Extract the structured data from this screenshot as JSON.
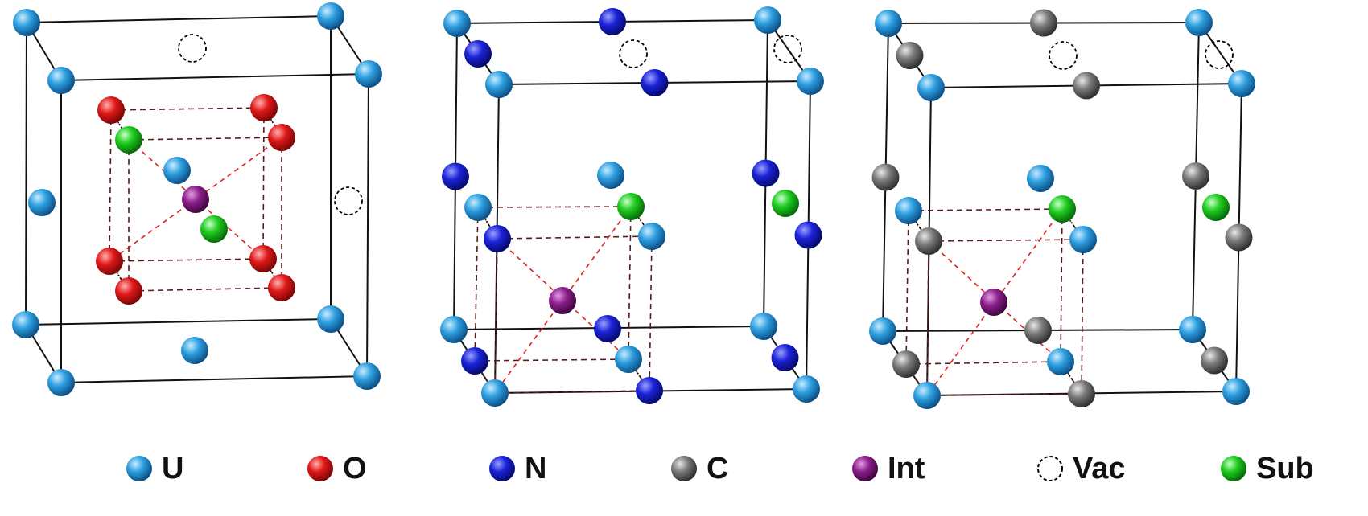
{
  "legend": {
    "items": [
      {
        "label": "U",
        "kind": "U"
      },
      {
        "label": "O",
        "kind": "O"
      },
      {
        "label": "N",
        "kind": "N"
      },
      {
        "label": "C",
        "kind": "C"
      },
      {
        "label": "Int",
        "kind": "Int"
      },
      {
        "label": "Vac",
        "kind": "Vac"
      },
      {
        "label": "Sub",
        "kind": "Sub"
      }
    ]
  },
  "atom_colors": {
    "U": "#2e9fe0",
    "O": "#e01818",
    "N": "#1a22d8",
    "C": "#7a7a7a",
    "Int": "#8a1f8a",
    "Sub": "#1ecb1e",
    "Vac": "#000000"
  },
  "line_colors": {
    "cell_edge": "#111111",
    "sub_cell": "#5a1a1a",
    "diagonal": "#e02020"
  }
}
